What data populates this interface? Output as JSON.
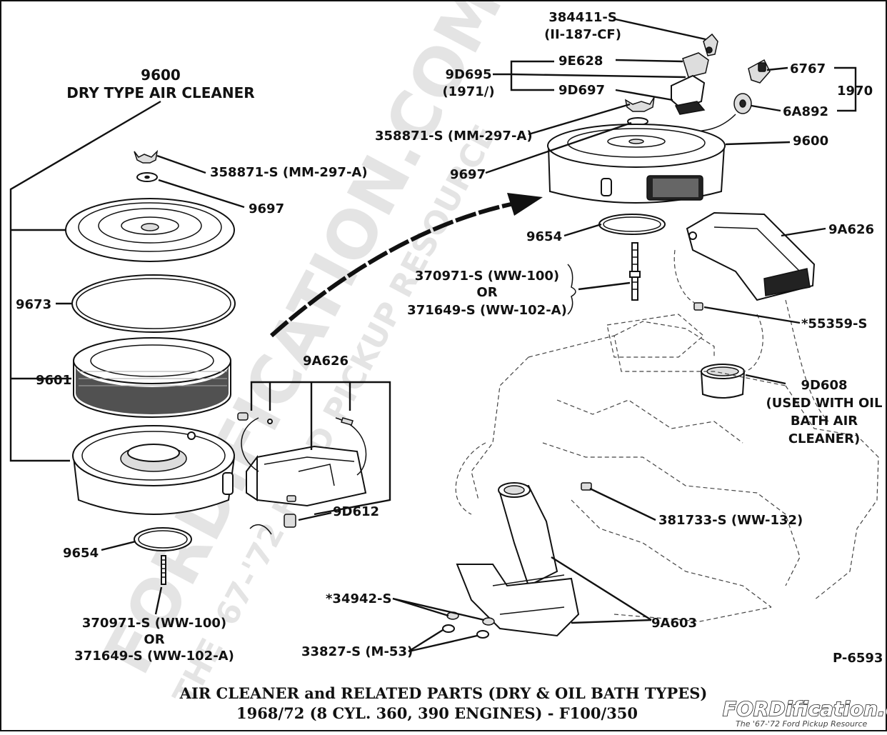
{
  "diagram": {
    "caption_line1": "AIR CLEANER and RELATED PARTS (DRY & OIL BATH TYPES)",
    "caption_line2": "1968/72  (8 CYL. 360, 390 ENGINES) - F100/350",
    "figure_number": "P-6593",
    "watermark_main": "FORDIFICATION.COM",
    "watermark_sub": "THE '67-'72 FORD PICKUP RESOURCE",
    "brand_logo": "FORDification.com",
    "brand_tagline": "The '67-'72 Ford Pickup Resource"
  },
  "labels": {
    "main_title_number": "9600",
    "main_title_name": "DRY TYPE AIR CLEANER",
    "wingnut_left": "358871-S (MM-297-A)",
    "washer_left": "9697",
    "gasket_left": "9673",
    "element_left": "9601",
    "seal_left": "9654",
    "stud_left_1": "370971-S (WW-100)",
    "stud_left_or": "OR",
    "stud_left_2": "371649-S (WW-102-A)",
    "duct_left": "9A626",
    "valve_left": "9D612",
    "clip_top_1": "384411-S",
    "clip_top_2": "(II-187-CF)",
    "motor_top": "9E628",
    "bracket_1": "9D695",
    "bracket_2": "(1971/)",
    "bracket_3": "9D697",
    "elbow_1970": "6767",
    "year_1970": "1970",
    "valve_1970": "6A892",
    "wingnut_right": "358871-S (MM-297-A)",
    "cleaner_right": "9600",
    "washer_right": "9697",
    "seal_right": "9654",
    "duct_right": "9A626",
    "stud_right_1": "370971-S (WW-100)",
    "stud_right_or": "OR",
    "stud_right_2": "371649-S (WW-102-A)",
    "screw_right": "*55359-S",
    "cap_1": "9D608",
    "cap_2": "(USED WITH OIL",
    "cap_3": "BATH AIR",
    "cap_4": "CLEANER)",
    "bolt_right": "381733-S (WW-132)",
    "nut_bottom": "*34942-S",
    "washer_bottom": "33827-S (M-53)",
    "shroud_bottom": "9A603"
  }
}
